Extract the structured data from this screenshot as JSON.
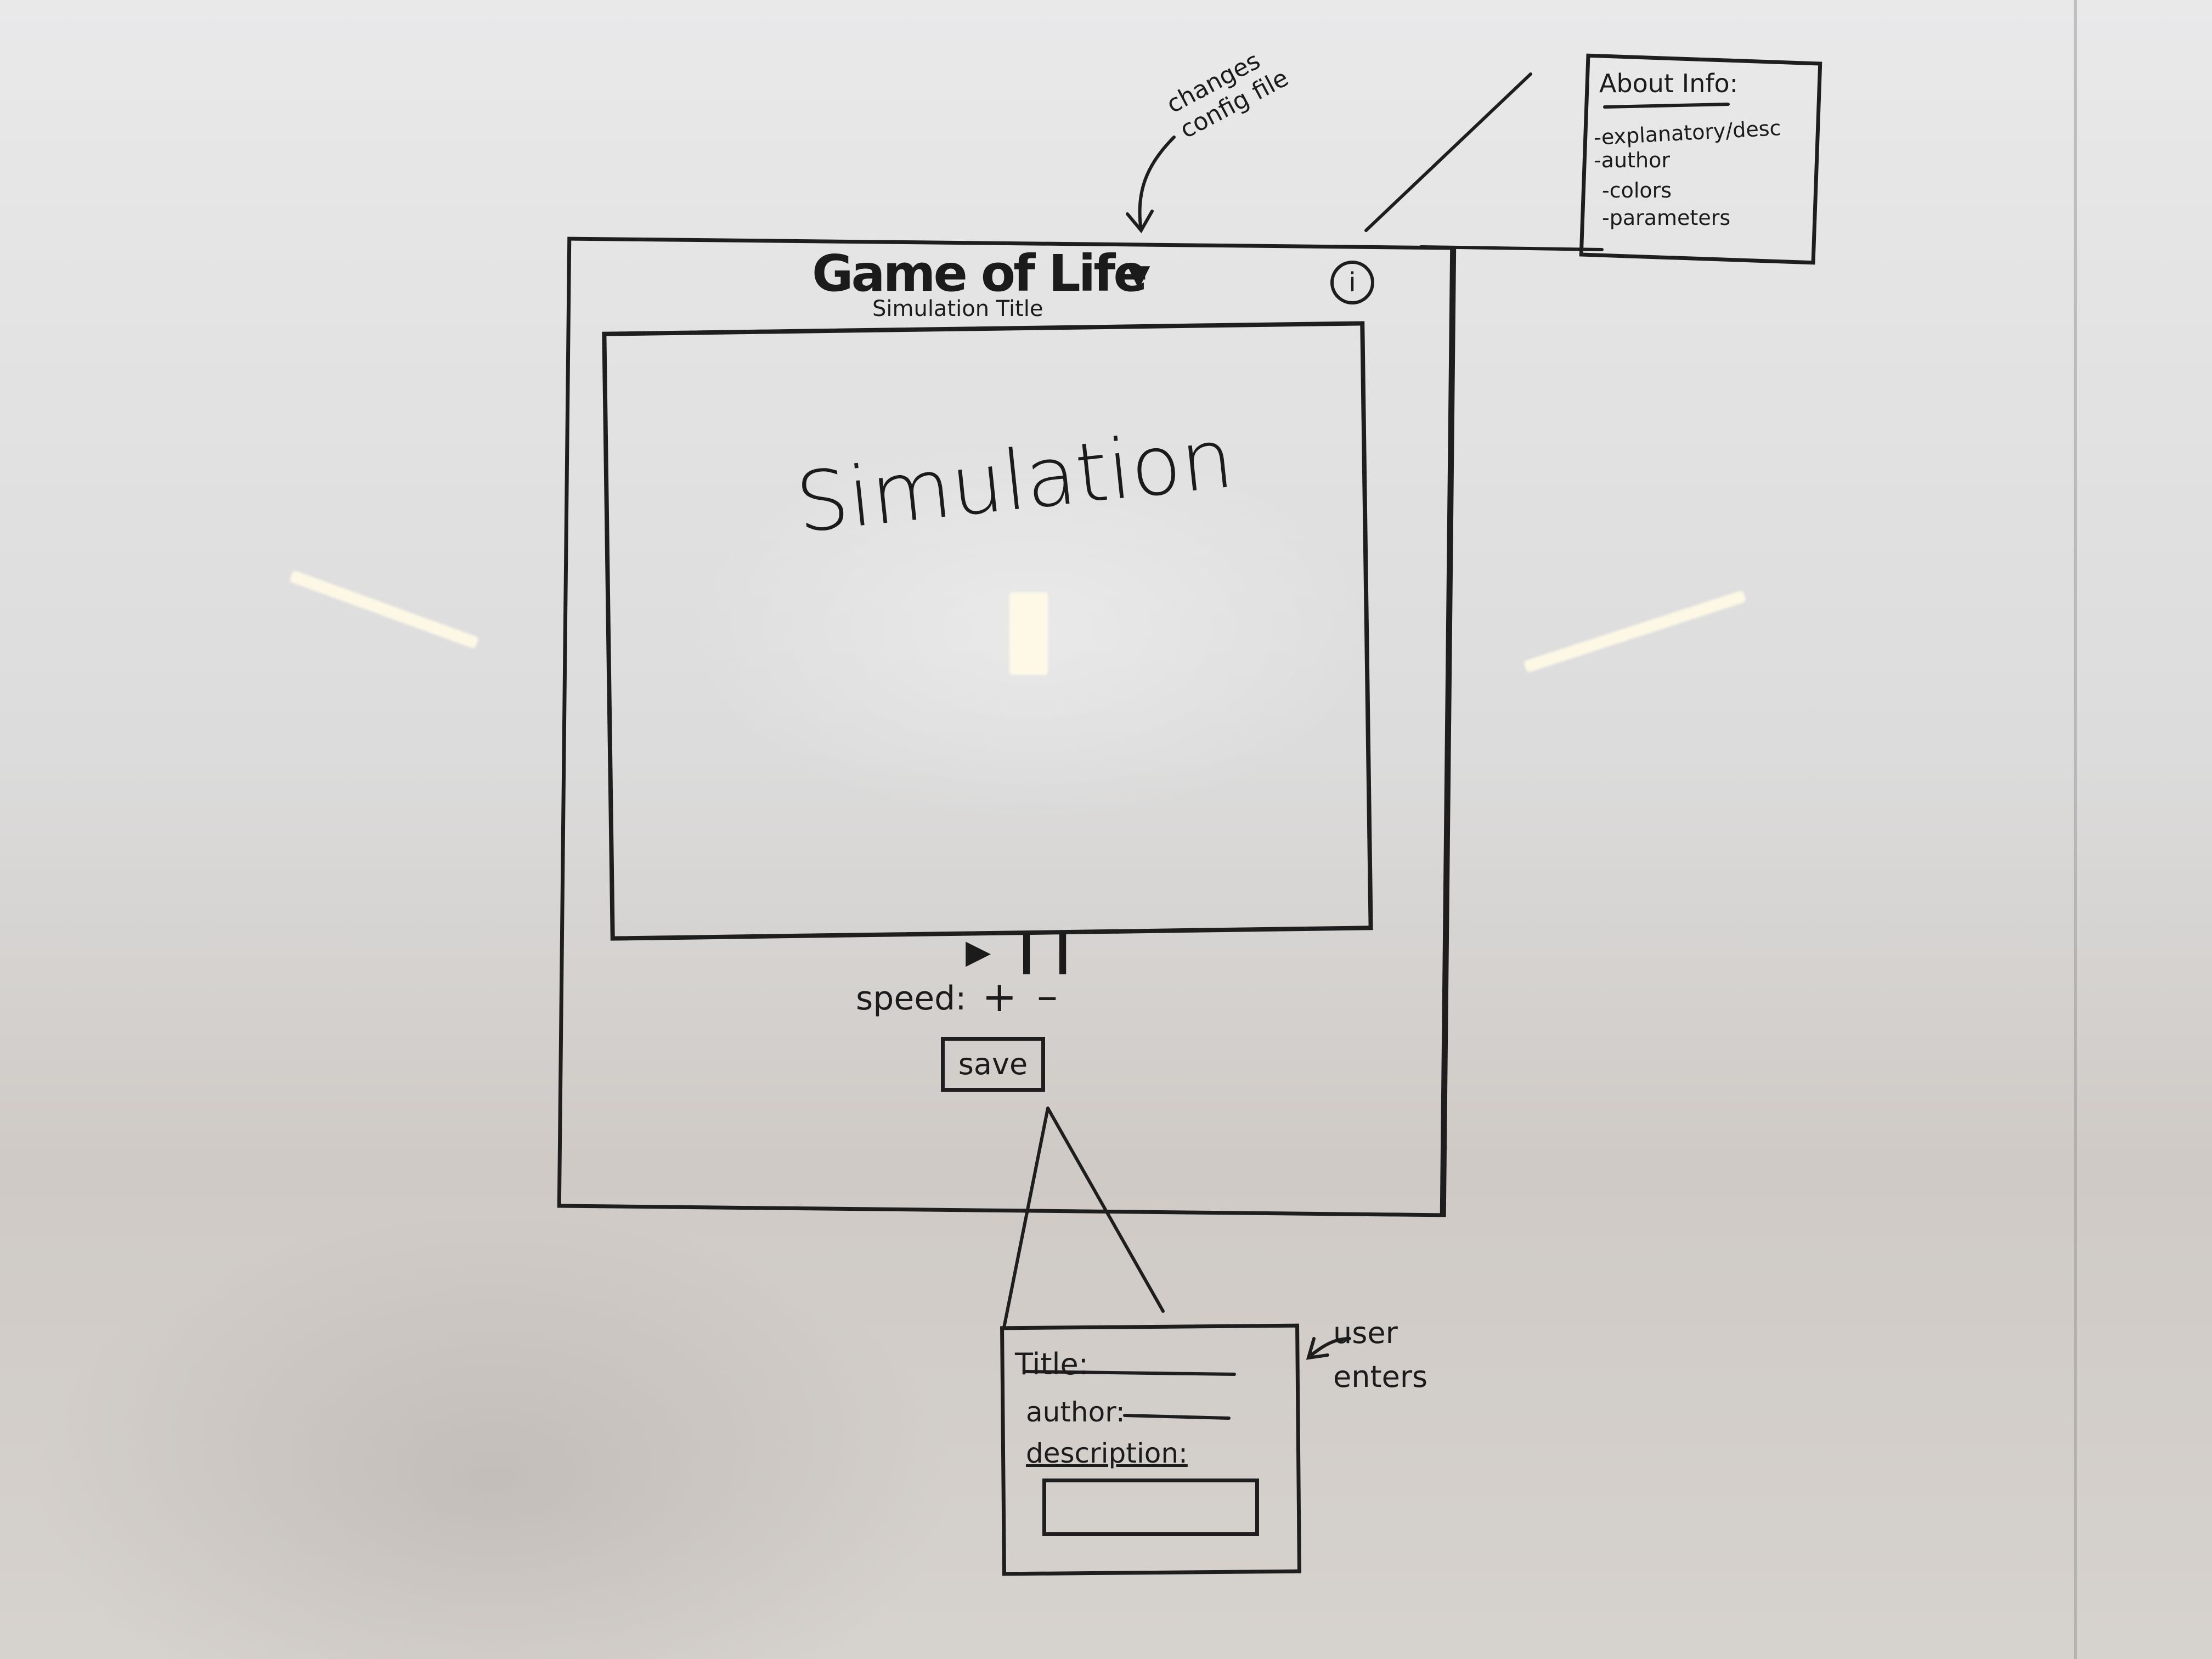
{
  "app": {
    "title": "Game of Life",
    "subtitle": "Simulation Title",
    "annotation_top": "changes\nconfig file",
    "info_button": "i"
  },
  "simulation": {
    "label": "Simulation"
  },
  "controls": {
    "play_icon": "play-icon",
    "pause_icon": "pause-icon",
    "speed_label": "speed:",
    "speed_plus": "+",
    "speed_minus": "–",
    "save_label": "save"
  },
  "about_popup": {
    "heading": "About Info:",
    "items": [
      "-explanatory/desc",
      "-author",
      "-colors",
      "-parameters"
    ]
  },
  "save_popup": {
    "title_label": "Title:",
    "author_label": "author:",
    "description_label": "description:",
    "annotation": "user\nenters"
  },
  "colors": {
    "marker": "#1b1b1b",
    "board": "#e2e2e2"
  }
}
